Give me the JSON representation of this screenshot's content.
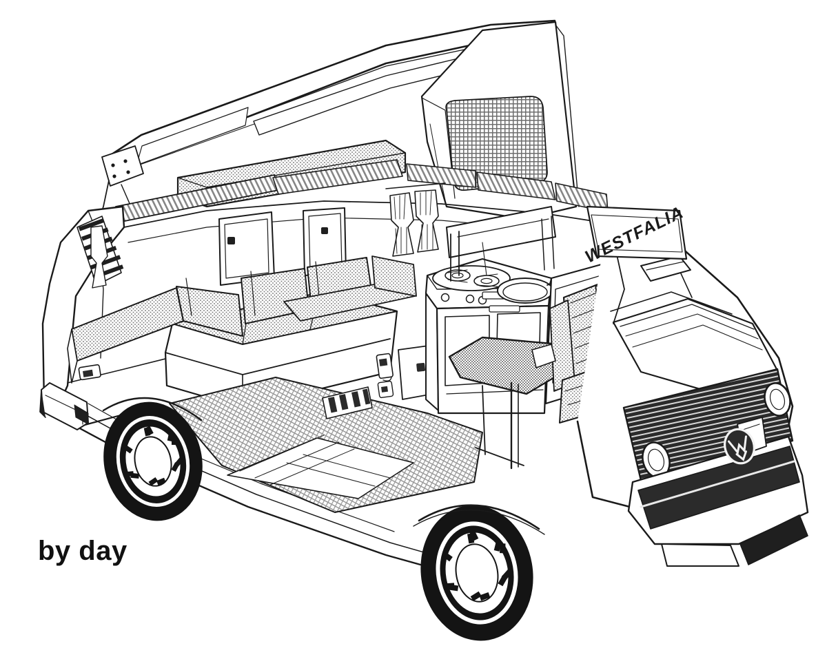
{
  "illustration": {
    "title": "VW T3 Westfalia camper van cutaway illustration",
    "caption": "by day",
    "style": "technical line-art cutaway, black ink on white",
    "background_color": "#ffffff",
    "ink_color": "#1a1a1a",
    "halftone_color": "#8c8c8c",
    "grille_color": "#2b2b2b",
    "tire_color": "#141414"
  },
  "badges": {
    "westfalia": "WESTFALIA",
    "vw_roundel": "vw-logo-icon"
  },
  "components": {
    "pop_top_roof": "pop-top-roof",
    "roof_bunk_mattress": "upper-bunk-mattress",
    "canvas_screen_window": "canvas-mesh-window",
    "rear_louver_vent": "rear-louver-vent",
    "curtains": "window-curtains",
    "overhead_cabinets": "overhead-cabinet",
    "rock_and_roll_seat": "rear-bench-seat",
    "kitchen_unit": "kitchen-unit",
    "two_burner_stove": "two-burner-stove",
    "sink": "sink-basin",
    "refrigerator": "refrigerator-cabinet",
    "dining_table": "dining-table",
    "front_seat": "front-passenger-seat",
    "steering_wheel": "steering-wheel",
    "floor": "ribbed-floor",
    "front_grille": "front-grille",
    "headlights": "headlight",
    "front_bumper": "front-bumper",
    "rear_bumper": "rear-bumper",
    "front_wheel": "front-wheel",
    "rear_wheel": "rear-wheel",
    "sliding_door_opening": "sliding-door-opening",
    "control_panel": "wall-control-panel"
  }
}
